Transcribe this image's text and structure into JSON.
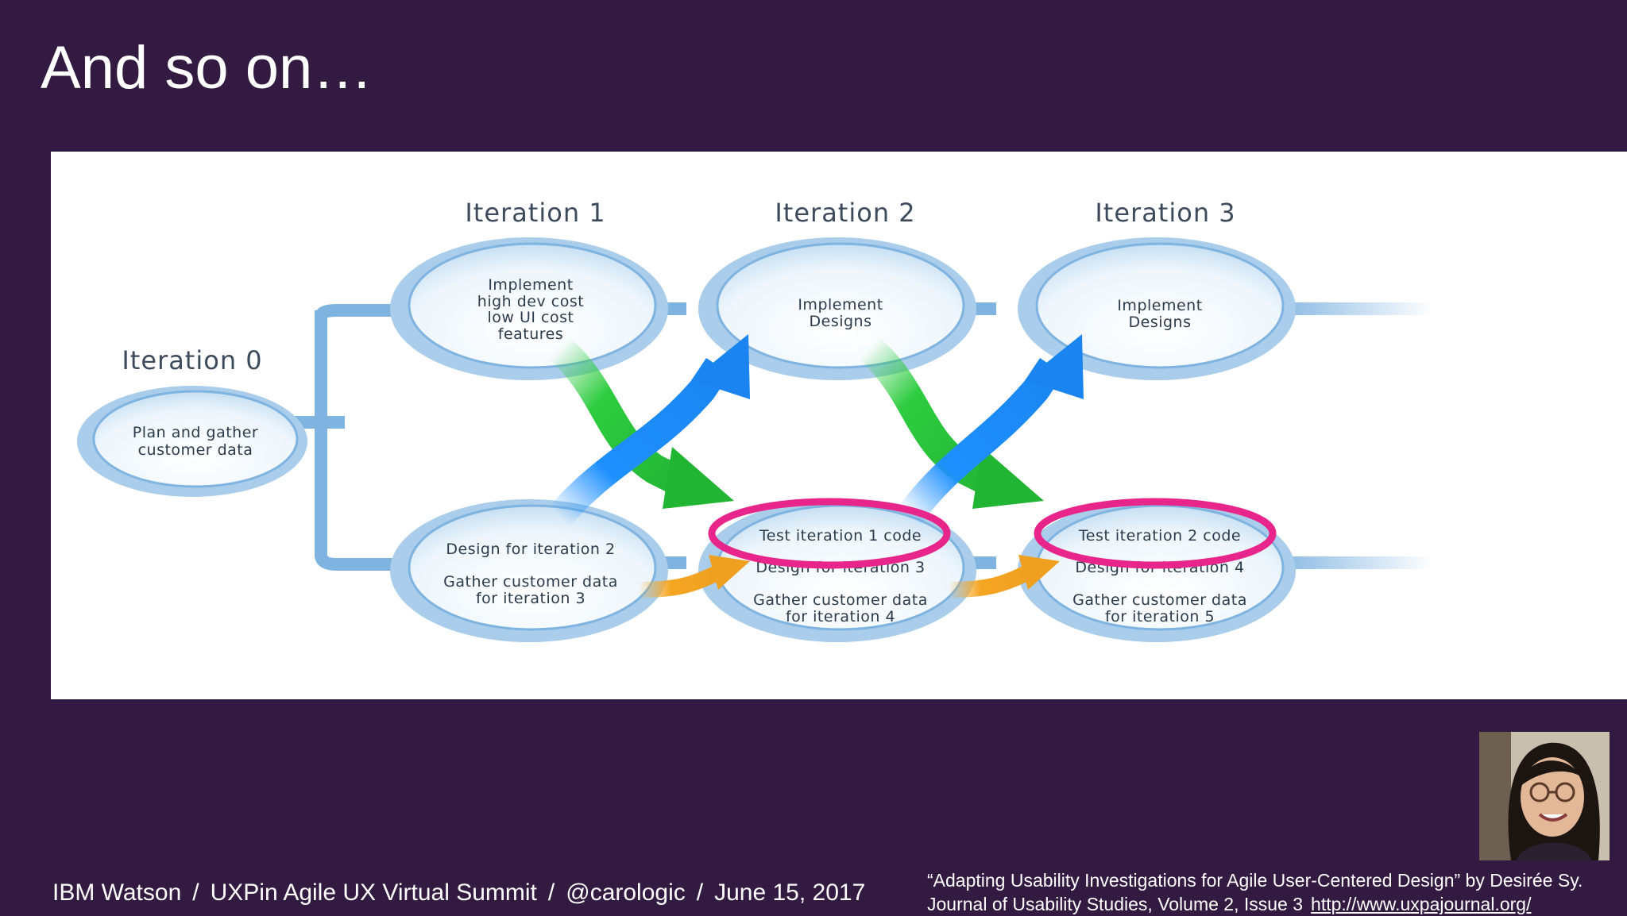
{
  "slide": {
    "title": "And so on…"
  },
  "diagram": {
    "iterations": [
      {
        "label": "Iteration 0"
      },
      {
        "label": "Iteration 1"
      },
      {
        "label": "Iteration 2"
      },
      {
        "label": "Iteration 3"
      }
    ],
    "nodes": {
      "iter0": [
        "Plan and gather",
        "customer data"
      ],
      "iter1_top": [
        "Implement",
        "high dev cost",
        "low UI cost",
        "features"
      ],
      "iter2_top": [
        "Implement",
        "Designs"
      ],
      "iter3_top": [
        "Implement",
        "Designs"
      ],
      "iter1_bottom": [
        "Design for iteration 2",
        "Gather customer data",
        "for iteration 3"
      ],
      "iter2_bottom": [
        "Test iteration 1 code",
        "Design for iteration 3",
        "Gather customer data",
        "for iteration 4"
      ],
      "iter3_bottom": [
        "Test iteration 2 code",
        "Design for iteration 4",
        "Gather customer data",
        "for iteration 5"
      ]
    },
    "colors": {
      "highlight": "#e8258a",
      "arrow_green": "#2ecc40",
      "arrow_blue": "#1e90ff",
      "arrow_orange": "#f5a623",
      "pipe": "#7fb3e0"
    }
  },
  "footer": {
    "org": "IBM Watson",
    "event": "UXPin Agile UX Virtual Summit",
    "handle": "@carologic",
    "date": "June 15, 2017",
    "separator": "/"
  },
  "citation": {
    "line1": "“Adapting Usability Investigations for Agile User-Centered Design” by Desirée Sy.",
    "line2": "Journal of Usability Studies, Volume 2, Issue 3",
    "url": "http://www.uxpajournal.org/"
  }
}
